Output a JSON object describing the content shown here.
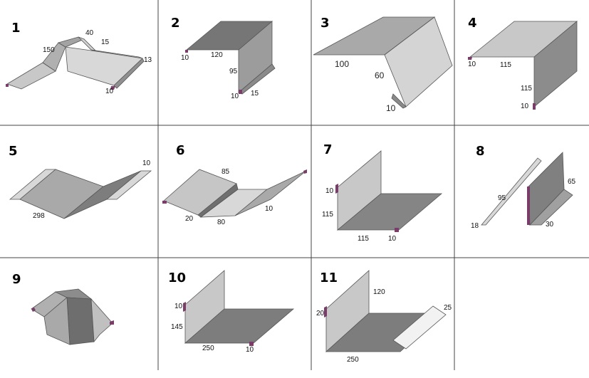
{
  "colors": {
    "light": "#c8c8c8",
    "mid": "#a3a3a3",
    "dark": "#808080",
    "darker": "#6e6e6e",
    "accent_edge": "#7a3d6a",
    "white_strip": "#f2f2f2"
  },
  "items": [
    {
      "number": "1",
      "dims": [
        "150",
        "40",
        "15",
        "13",
        "10"
      ]
    },
    {
      "number": "2",
      "dims": [
        "10",
        "120",
        "95",
        "10",
        "15"
      ]
    },
    {
      "number": "3",
      "dims": [
        "100",
        "60",
        "10"
      ]
    },
    {
      "number": "4",
      "dims": [
        "10",
        "115",
        "115",
        "10"
      ]
    },
    {
      "number": "5",
      "dims": [
        "10",
        "298"
      ]
    },
    {
      "number": "6",
      "dims": [
        "85",
        "20",
        "80",
        "10"
      ]
    },
    {
      "number": "7",
      "dims": [
        "10",
        "115",
        "115",
        "10"
      ]
    },
    {
      "number": "8",
      "dims": [
        "95",
        "65",
        "18",
        "30"
      ]
    },
    {
      "number": "9",
      "dims": []
    },
    {
      "number": "10",
      "dims": [
        "10",
        "145",
        "250",
        "10"
      ]
    },
    {
      "number": "11",
      "dims": [
        "120",
        "20",
        "25",
        "250"
      ]
    }
  ]
}
